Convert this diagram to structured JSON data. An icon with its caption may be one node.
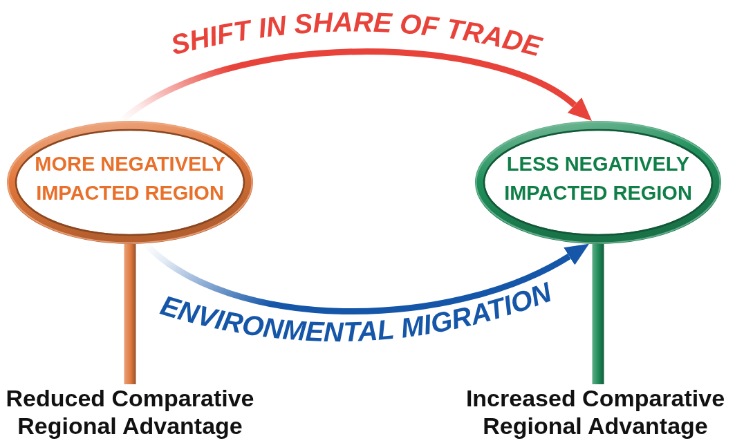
{
  "diagram": {
    "nodes": [
      {
        "text": [
          "MORE NEGATIVELY IMPACTED REGION"
        ]
      },
      {
        "text": [
          "LESS NEGATIVELY IMPACTED REGION"
        ]
      },
      {
        "text": [
          "Reduced Comparative Regional Advantage"
        ]
      },
      {
        "text": [
          "Increased Comparative Regional Advantage"
        ]
      }
    ],
    "edges": [
      {
        "from": 0,
        "to": 1,
        "arrow": "to",
        "label": "SHIFT IN SHARE OF TRADE",
        "color": "#e8433a"
      },
      {
        "from": 0,
        "to": 1,
        "arrow": "to",
        "label": "ENVIRONMENTAL MIGRATION",
        "color": "#1556a8"
      },
      {
        "from": 0,
        "to": 2,
        "arrow": "none",
        "style": "thick",
        "color": "#e07a40"
      },
      {
        "from": 1,
        "to": 3,
        "arrow": "none",
        "style": "thick",
        "color": "#1e8a58"
      }
    ]
  }
}
